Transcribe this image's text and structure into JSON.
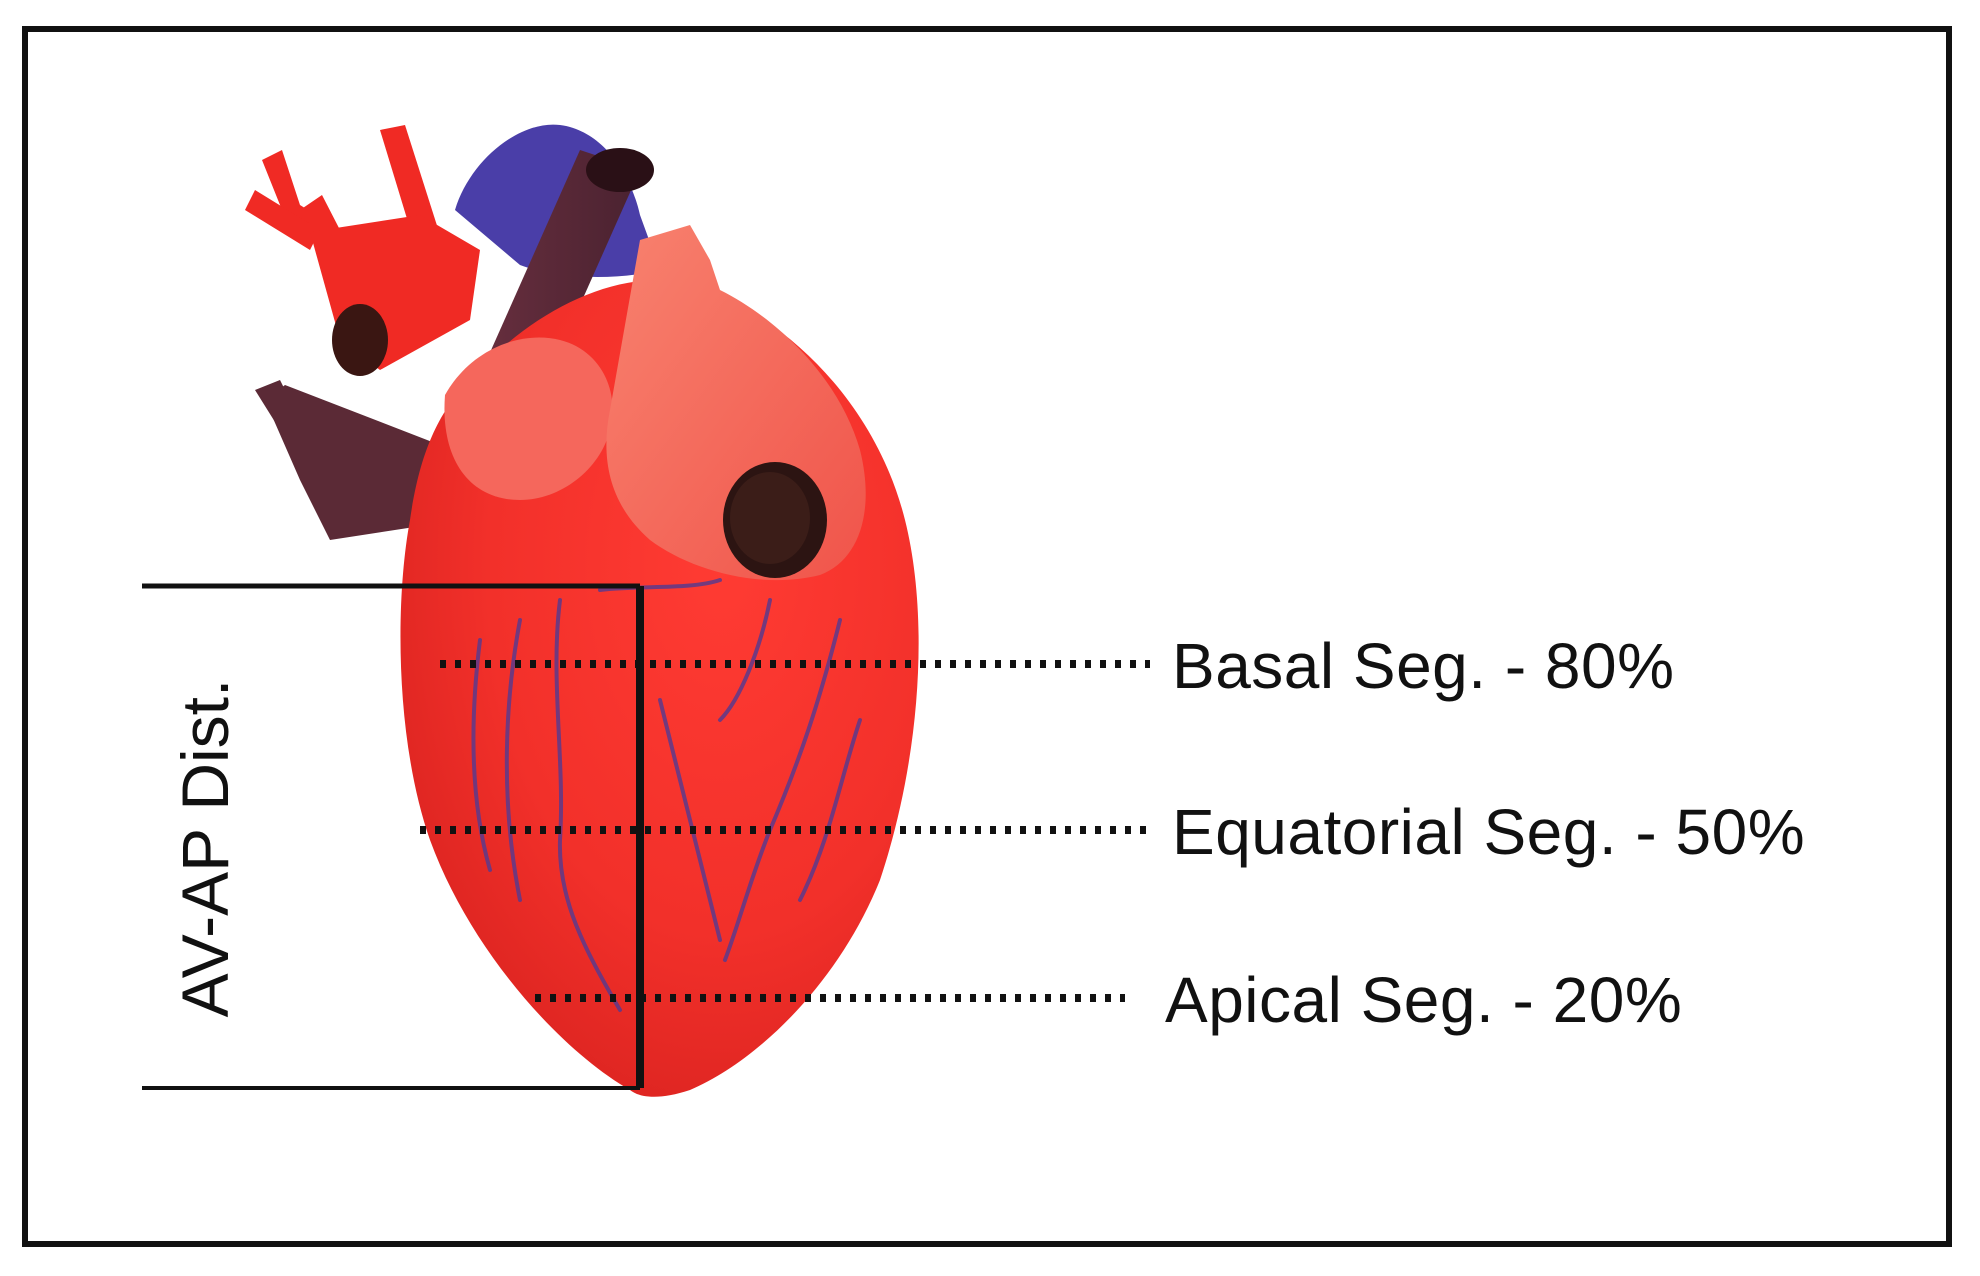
{
  "diagram": {
    "axis_label": "AV-AP Dist.",
    "segments": [
      {
        "id": "basal",
        "label": "Basal Seg.  - 80%",
        "percent": 80
      },
      {
        "id": "equatorial",
        "label": "Equatorial Seg.  - 50%",
        "percent": 50
      },
      {
        "id": "apical",
        "label": "Apical Seg.  - 20%",
        "percent": 20
      }
    ],
    "colors": {
      "myocardium": "#f2332c",
      "myocardium_light": "#f5675c",
      "aorta": "#f02a24",
      "vein": "#5b2a36",
      "vena_cava": "#4a3ea8",
      "coronary_vessel": "#5c3a8c",
      "line": "#111111"
    }
  }
}
